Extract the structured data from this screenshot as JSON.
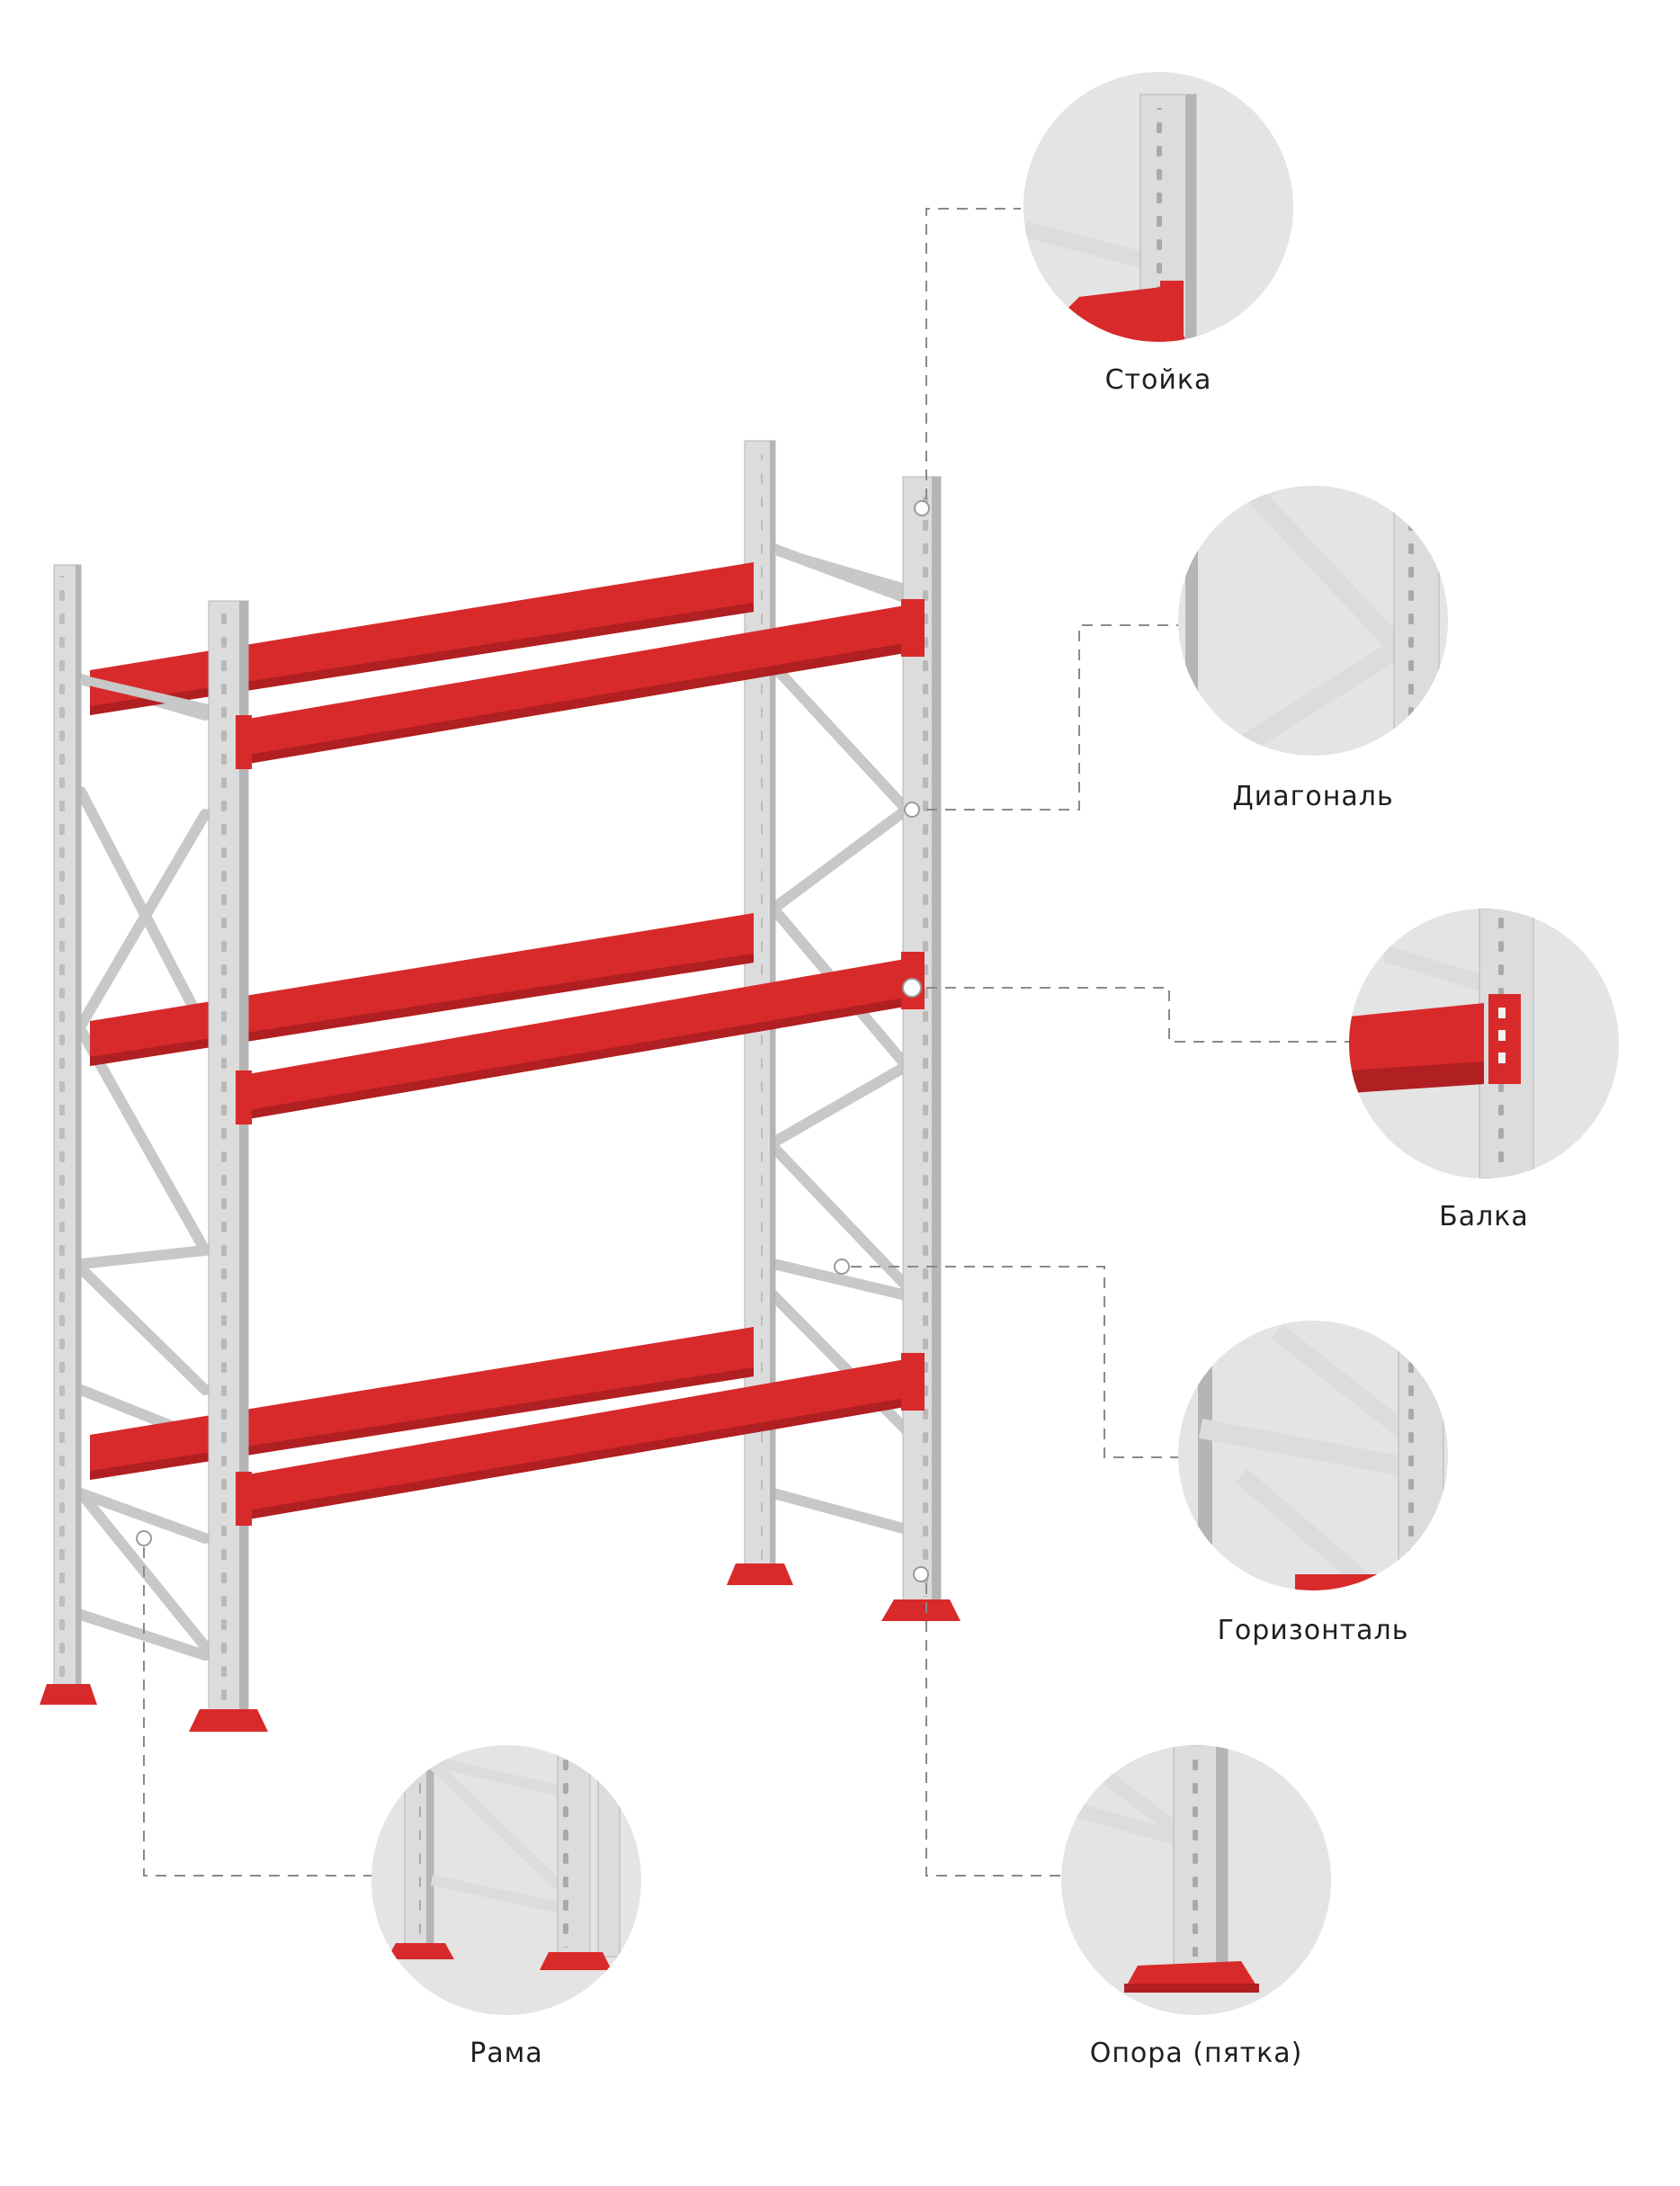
{
  "colors": {
    "beam": "#d82a2b",
    "beam_dark": "#b01f22",
    "beam_light": "#e8494a",
    "steel": "#dcdcdc",
    "steel_dark": "#b5b5b5",
    "steel_shadow": "#c8c8c8",
    "circle_bg": "#e4e4e4",
    "leader": "#8a8a8a",
    "label": "#1e1e1e"
  },
  "callouts": [
    {
      "id": "upright",
      "label": "Стойка",
      "icon": "upright-detail-icon"
    },
    {
      "id": "diagonal",
      "label": "Диагональ",
      "icon": "diagonal-detail-icon"
    },
    {
      "id": "beam",
      "label": "Балка",
      "icon": "beam-detail-icon"
    },
    {
      "id": "horizontal",
      "label": "Горизонталь",
      "icon": "horizontal-detail-icon"
    },
    {
      "id": "frame",
      "label": "Рама",
      "icon": "frame-detail-icon"
    },
    {
      "id": "footplate",
      "label": "Опора (пятка)",
      "icon": "footplate-detail-icon"
    }
  ]
}
